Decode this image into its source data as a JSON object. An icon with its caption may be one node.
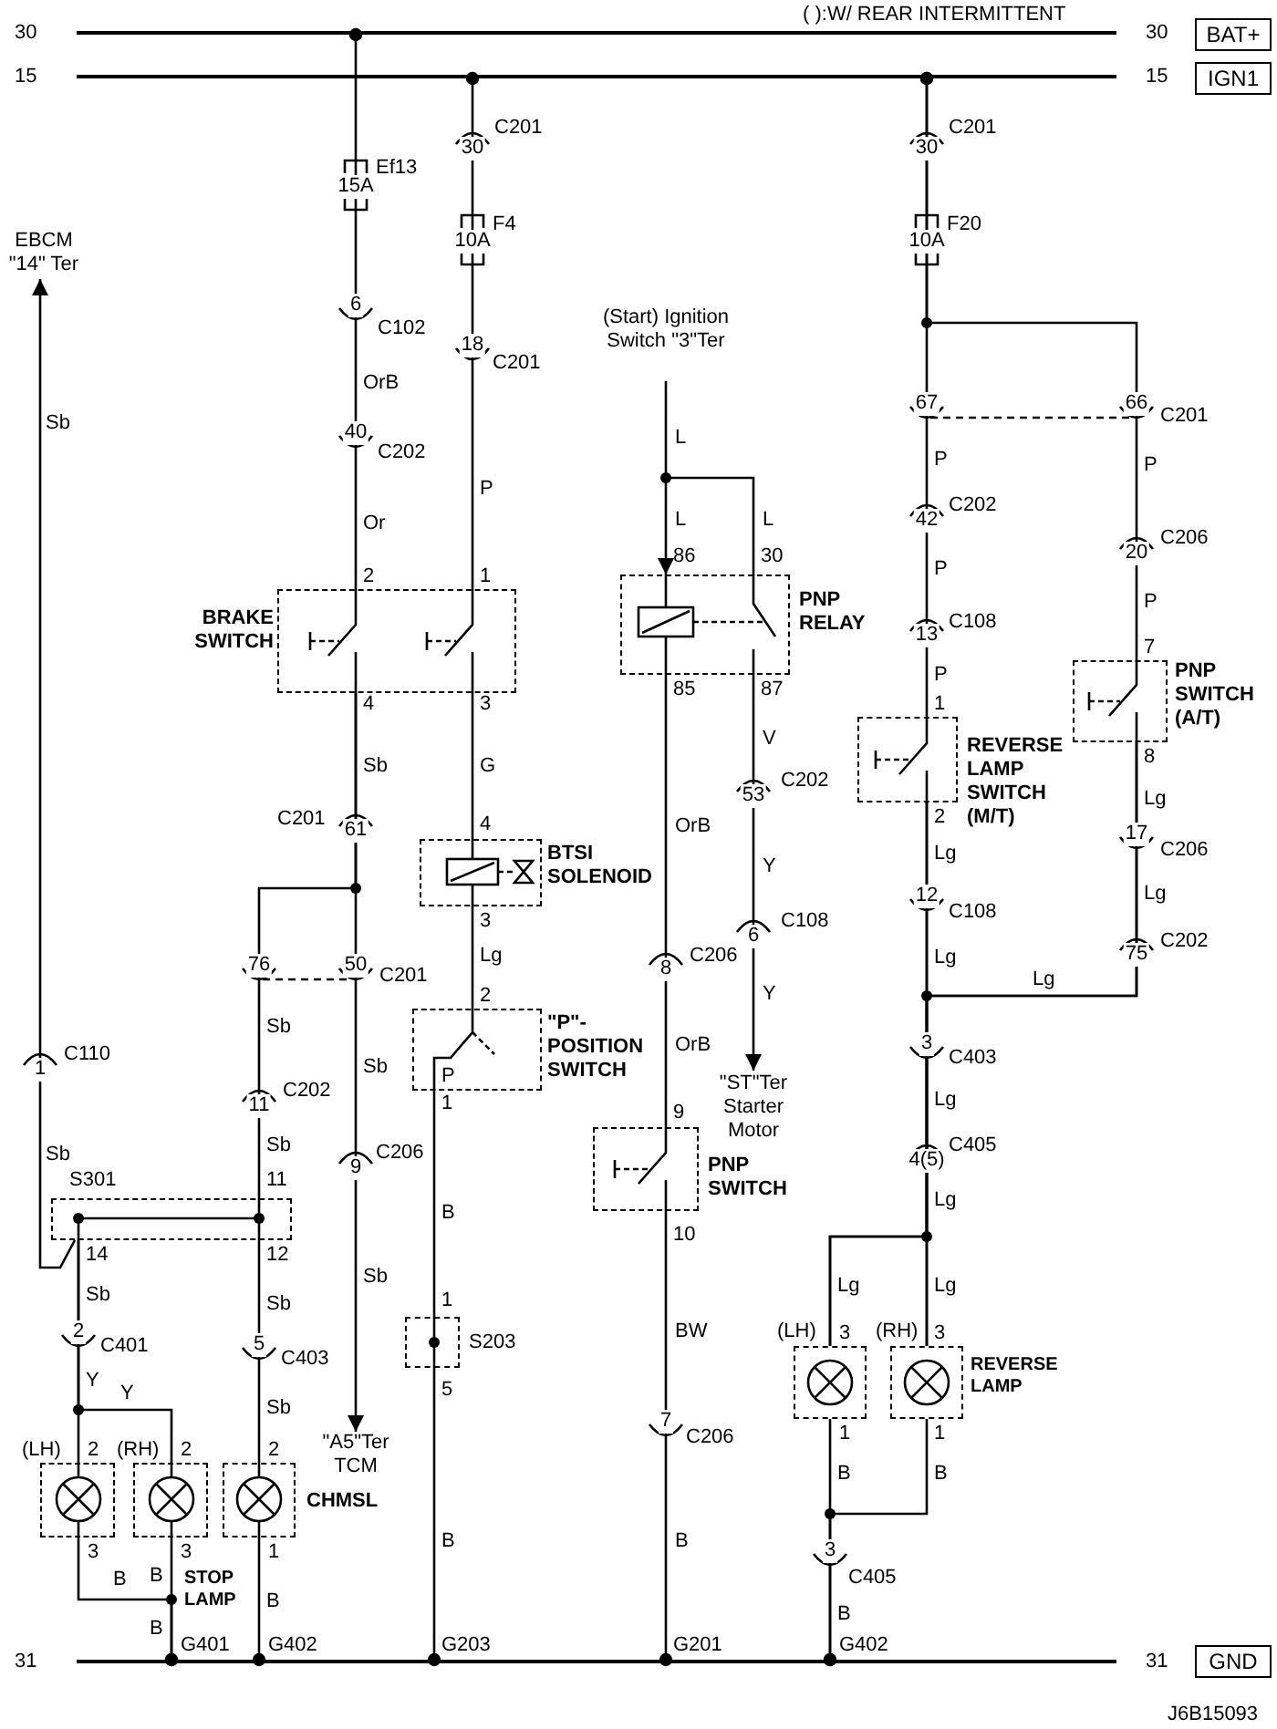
{
  "diagram": {
    "nodes": [
      {
        "text": [],
        "shape": "bar"
      },
      {
        "text": [
          "BAT+"
        ]
      },
      {
        "text": [],
        "shape": "bar"
      },
      {
        "text": [
          "IGN1"
        ]
      },
      {
        "text": [],
        "shape": "bar"
      },
      {
        "text": [
          "GND"
        ]
      },
      {
        "text": [
          "BRAKE SWITCH"
        ]
      },
      {
        "text": [
          "BTSI SOLENOID"
        ]
      },
      {
        "text": [
          "\"P\"-POSITION SWITCH"
        ]
      },
      {
        "text": [
          "S203"
        ]
      },
      {
        "text": [
          "EBCM \"14\" Ter"
        ]
      },
      {
        "text": [
          "S301"
        ]
      },
      {
        "text": [
          "\"A5\"Ter TCM"
        ]
      },
      {
        "text": [
          "(LH)"
        ]
      },
      {
        "text": [
          "(RH)"
        ]
      },
      {
        "text": [
          "CHMSL"
        ]
      },
      {
        "text": [
          "(Start) Ignition Switch \"3\"Ter"
        ]
      },
      {
        "text": [
          "PNP RELAY"
        ]
      },
      {
        "text": [
          "\"ST\"Ter Starter Motor"
        ]
      },
      {
        "text": [
          "PNP SWITCH"
        ]
      },
      {
        "text": [
          "REVERSE LAMP SWITCH (M/T)"
        ]
      },
      {
        "text": [
          "PNP SWITCH (A/T)"
        ]
      },
      {
        "text": [
          "(LH)"
        ]
      },
      {
        "text": [
          "(RH)"
        ]
      }
    ],
    "edges": [
      {
        "from": 0,
        "to": 6,
        "arrow": "other"
      },
      {
        "from": 2,
        "to": 6,
        "arrow": "other"
      },
      {
        "from": 2,
        "to": 20,
        "arrow": "other"
      },
      {
        "from": 2,
        "to": 21,
        "arrow": "other"
      },
      {
        "from": 6,
        "to": 11,
        "arrow": "none"
      },
      {
        "from": 6,
        "to": 12,
        "arrow": "to"
      },
      {
        "from": 6,
        "to": 7,
        "arrow": "none"
      },
      {
        "from": 7,
        "to": 8,
        "arrow": "none"
      },
      {
        "from": 8,
        "to": 9,
        "arrow": "none"
      },
      {
        "from": 9,
        "to": 4,
        "arrow": "other"
      },
      {
        "from": 16,
        "to": 17,
        "arrow": "to"
      },
      {
        "from": 17,
        "to": 18,
        "arrow": "to"
      },
      {
        "from": 17,
        "to": 19,
        "arrow": "none"
      },
      {
        "from": 19,
        "to": 4,
        "arrow": "other"
      },
      {
        "from": 20,
        "to": 22,
        "arrow": "none"
      },
      {
        "from": 20,
        "to": 23,
        "arrow": "none"
      },
      {
        "from": 21,
        "to": 22,
        "arrow": "none"
      },
      {
        "from": 21,
        "to": 23,
        "arrow": "none"
      },
      {
        "from": 22,
        "to": 4,
        "arrow": "other"
      },
      {
        "from": 23,
        "to": 4,
        "arrow": "other"
      },
      {
        "from": 11,
        "to": 10,
        "arrow": "to"
      },
      {
        "from": 11,
        "to": 13,
        "arrow": "none"
      },
      {
        "from": 11,
        "to": 14,
        "arrow": "none"
      },
      {
        "from": 11,
        "to": 15,
        "arrow": "none"
      },
      {
        "from": 13,
        "to": 4,
        "arrow": "other"
      },
      {
        "from": 14,
        "to": 4,
        "arrow": "other"
      },
      {
        "from": 15,
        "to": 4,
        "arrow": "other"
      }
    ],
    "labels": [
      "( ):W/ REAR INTERMITTENT",
      "30",
      "30",
      "15",
      "15",
      "30",
      "C201",
      "30",
      "C201",
      "Ef13",
      "15A",
      "F4",
      "10A",
      "F20",
      "10A",
      "6",
      "C102",
      "18",
      "C201",
      "OrB",
      "67",
      "66",
      "C201",
      "Sb",
      "40",
      "C202",
      "L",
      "P",
      "P",
      "P",
      "42",
      "C202",
      "L",
      "L",
      "Or",
      "20",
      "C206",
      "86",
      "30",
      "P",
      "2",
      "1",
      "P",
      "13",
      "C108",
      "7",
      "P",
      "85",
      "87",
      "4",
      "3",
      "1",
      "V",
      "8",
      "Sb",
      "G",
      "53",
      "C202",
      "Lg",
      "C201",
      "61",
      "2",
      "4",
      "OrB",
      "17",
      "C206",
      "Lg",
      "Y",
      "Lg",
      "12",
      "C108",
      "3",
      "6",
      "C108",
      "75",
      "C202",
      "Lg",
      "Lg",
      "76",
      "50",
      "C201",
      "8",
      "C206",
      "Lg",
      "Y",
      "2",
      "Sb",
      "OrB",
      "3",
      "C403",
      "1",
      "C110",
      "Sb",
      "P",
      "11",
      "C202",
      "Lg",
      "1",
      "9",
      "Sb",
      "9",
      "C206",
      "Sb",
      "4(5)",
      "C405",
      "11",
      "Lg",
      "B",
      "10",
      "14",
      "12",
      "Sb",
      "Lg",
      "Lg",
      "Sb",
      "1",
      "Sb",
      "BW",
      "3",
      "3",
      "2",
      "C401",
      "5",
      "C403",
      "REVERSE LAMP",
      "Y",
      "5",
      "Y",
      "Sb",
      "7",
      "C206",
      "1",
      "1",
      "2",
      "2",
      "2",
      "B",
      "B",
      "B",
      "B",
      "3",
      "3",
      "1",
      "3",
      "STOP LAMP",
      "C405",
      "B",
      "B",
      "B",
      "B",
      "B",
      "G401",
      "G402",
      "G203",
      "G201",
      "G402",
      "31",
      "31",
      "J6B15093"
    ]
  }
}
